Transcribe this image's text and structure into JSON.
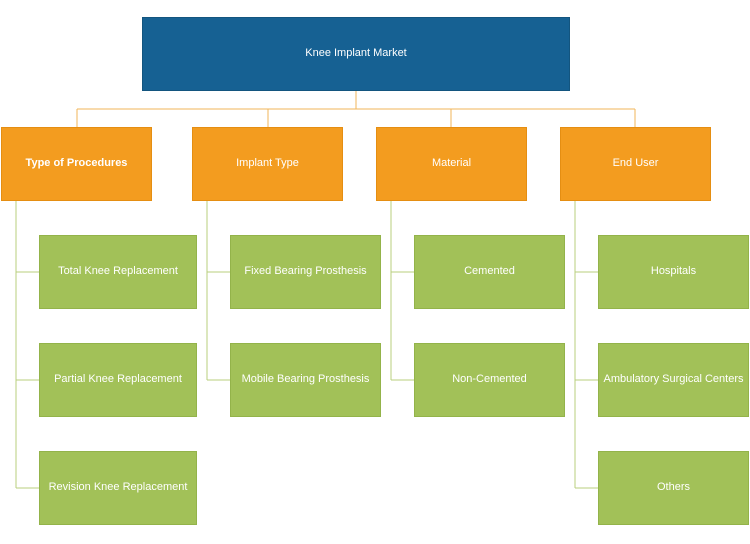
{
  "root": {
    "label": "Knee Implant Market"
  },
  "categories": [
    {
      "label": "Type of Procedures",
      "items": [
        "Total Knee Replacement",
        "Partial Knee Replacement",
        "Revision Knee Replacement"
      ]
    },
    {
      "label": "Implant Type",
      "items": [
        "Fixed Bearing Prosthesis",
        "Mobile Bearing Prosthesis"
      ]
    },
    {
      "label": "Material",
      "items": [
        "Cemented",
        "Non-Cemented"
      ]
    },
    {
      "label": "End User",
      "items": [
        "Hospitals",
        "Ambulatory Surgical Centers",
        "Others"
      ]
    }
  ],
  "colors": {
    "root": "#166193",
    "category": "#f39c1f",
    "leaf": "#a2c158",
    "connector_top": "#f2b65a",
    "connector_leaf": "#b9cf7e"
  }
}
